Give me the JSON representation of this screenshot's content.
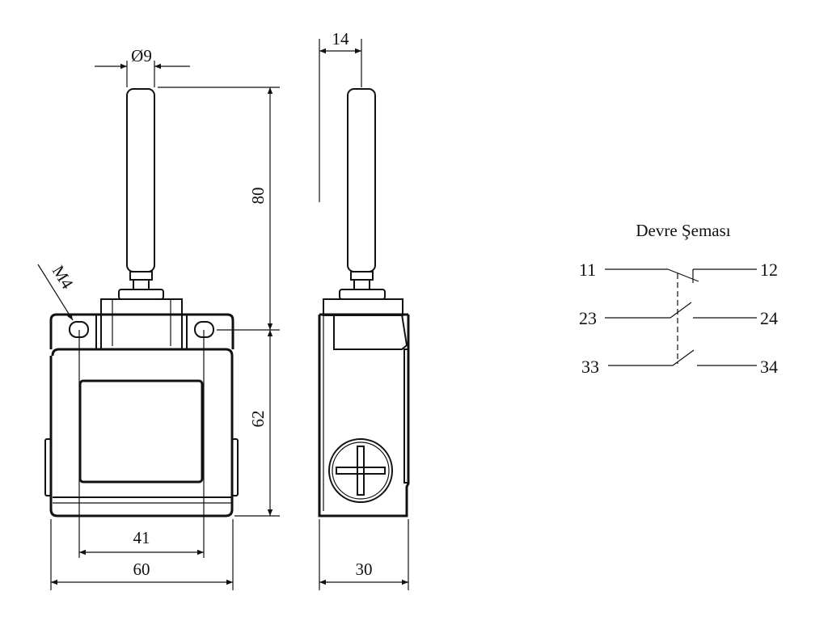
{
  "dimensions": {
    "diameter": "Ø9",
    "rod_length": "80",
    "body_height": "62",
    "thread": "M4",
    "hole_spacing": "41",
    "front_width": "60",
    "side_offset": "14",
    "side_width": "30"
  },
  "schematic": {
    "title": "Devre Şeması",
    "terminals": [
      "11",
      "12",
      "23",
      "24",
      "33",
      "34"
    ]
  }
}
